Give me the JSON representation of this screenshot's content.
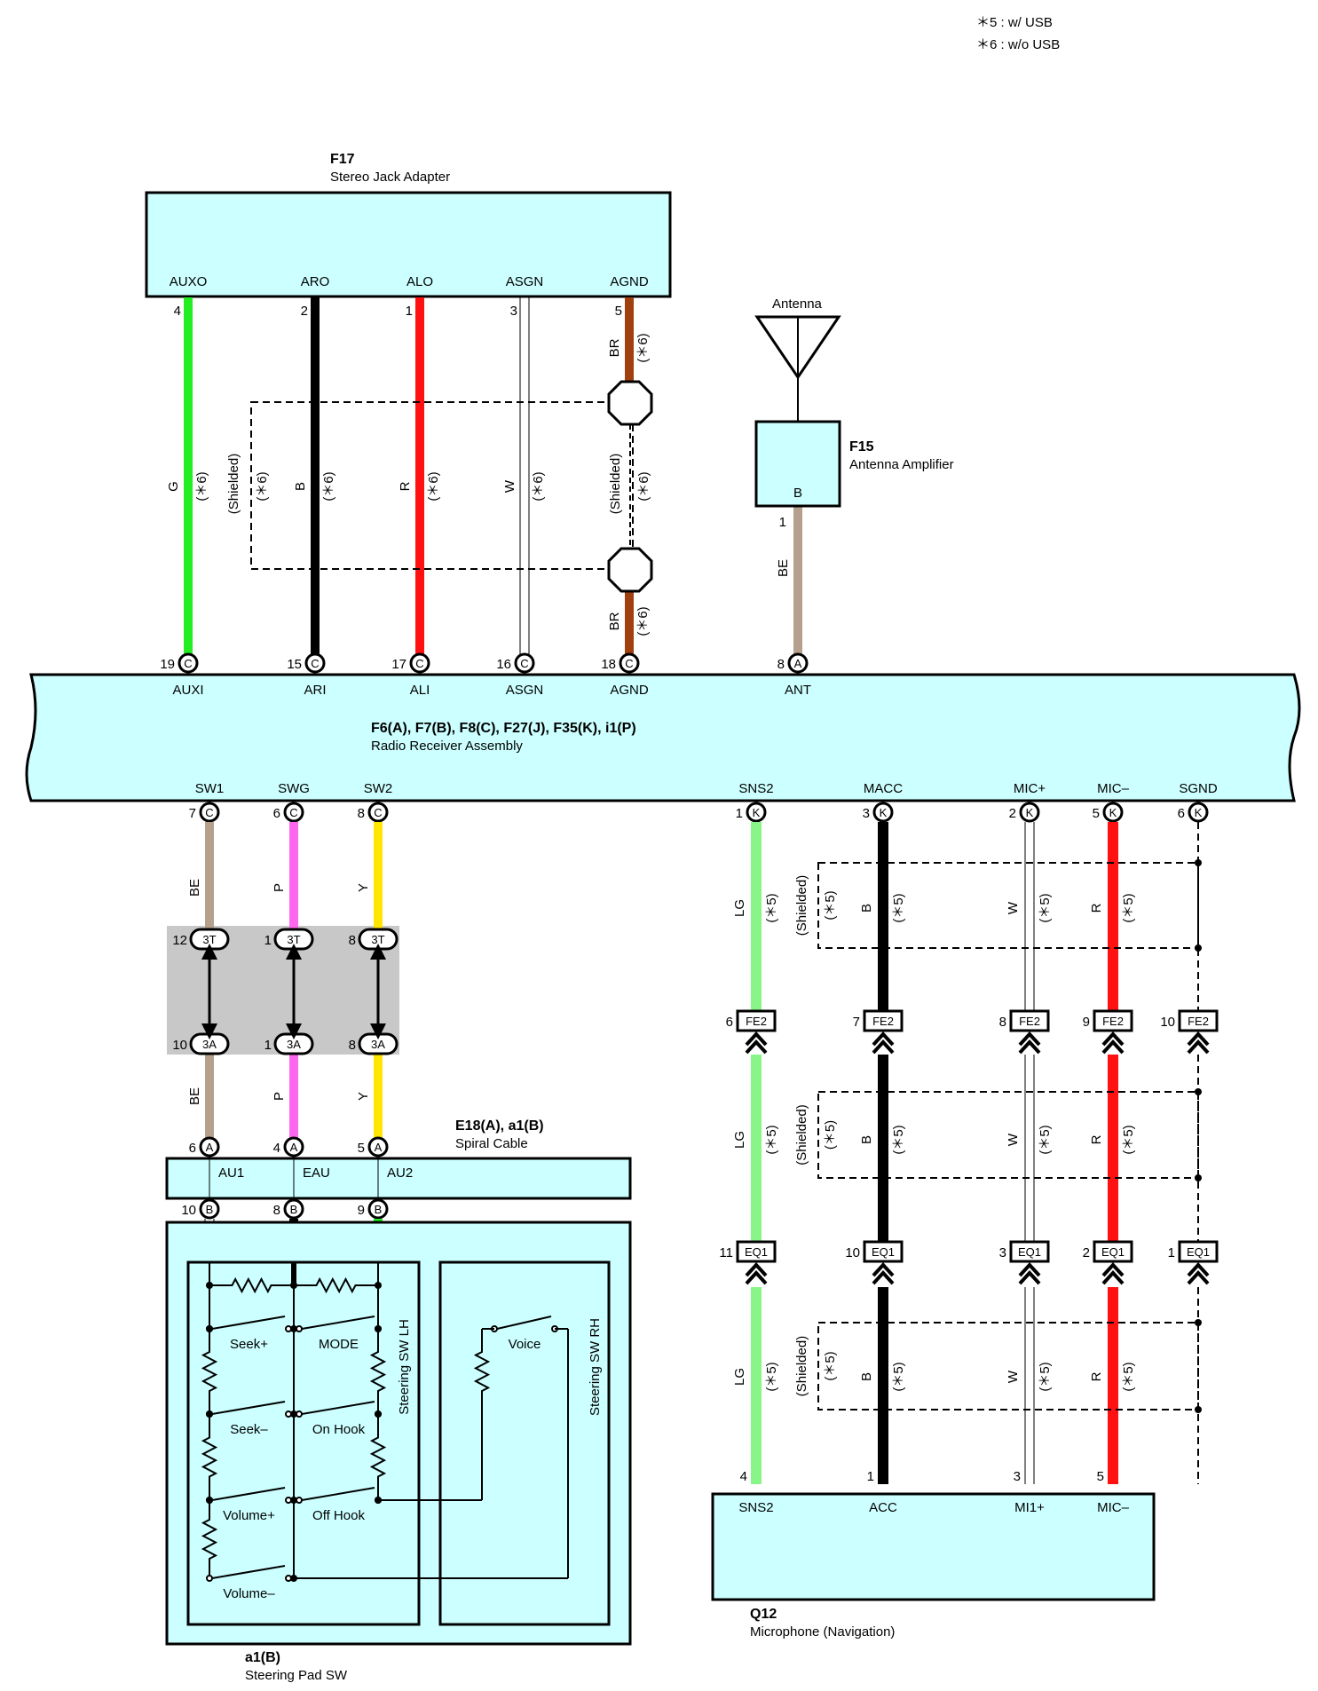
{
  "notes": [
    "＊5 : w/ USB",
    "＊6 : w/o USB"
  ],
  "colors": {
    "box_fill": "#ccffff",
    "connector_fill": "#c8c8c8",
    "G": "#22ee22",
    "B": "#000000",
    "R": "#ff1111",
    "W": "#ffffff",
    "BR": "#a0400f",
    "BE": "#b4a08c",
    "P": "#ff66ee",
    "Y": "#ffe600",
    "LG": "#88f588"
  },
  "f17": {
    "code": "F17",
    "name": "Stereo Jack Adapter",
    "pins": [
      {
        "name": "AUXO",
        "num": "4"
      },
      {
        "name": "ARO",
        "num": "2"
      },
      {
        "name": "ALO",
        "num": "1"
      },
      {
        "name": "ASGN",
        "num": "3"
      },
      {
        "name": "AGND",
        "num": "5"
      }
    ]
  },
  "antenna": {
    "label": "Antenna"
  },
  "f15": {
    "code": "F15",
    "name": "Antenna Amplifier",
    "pin": "B",
    "pin_num": "1"
  },
  "top_wires": [
    {
      "color_code": "G",
      "note": "(＊6)"
    },
    {
      "color_code": "B",
      "note": "(＊6)"
    },
    {
      "color_code": "R",
      "note": "(＊6)"
    },
    {
      "color_code": "W",
      "note": "(＊6)"
    },
    {
      "color_code": "BR",
      "note": "(＊6)"
    },
    {
      "color_code": "BR",
      "note": "(＊6)"
    },
    {
      "color_code": "BE",
      "note": ""
    }
  ],
  "shield_labels": {
    "shielded": "(Shielded)",
    "six": "(＊6)",
    "five": "(＊5)"
  },
  "radio": {
    "codes": "F6(A), F7(B), F8(C), F27(J), F35(K), i1(P)",
    "name": "Radio Receiver Assembly",
    "top_pins": [
      {
        "name": "AUXI",
        "num": "19",
        "conn": "C"
      },
      {
        "name": "ARI",
        "num": "15",
        "conn": "C"
      },
      {
        "name": "ALI",
        "num": "17",
        "conn": "C"
      },
      {
        "name": "ASGN",
        "num": "16",
        "conn": "C"
      },
      {
        "name": "AGND",
        "num": "18",
        "conn": "C"
      },
      {
        "name": "ANT",
        "num": "8",
        "conn": "A"
      }
    ],
    "bottom_pins": [
      {
        "name": "SW1",
        "num": "7",
        "conn": "C"
      },
      {
        "name": "SWG",
        "num": "6",
        "conn": "C"
      },
      {
        "name": "SW2",
        "num": "8",
        "conn": "C"
      },
      {
        "name": "SNS2",
        "num": "1",
        "conn": "K"
      },
      {
        "name": "MACC",
        "num": "3",
        "conn": "K"
      },
      {
        "name": "MIC+",
        "num": "2",
        "conn": "K"
      },
      {
        "name": "MIC–",
        "num": "5",
        "conn": "K"
      },
      {
        "name": "SGND",
        "num": "6",
        "conn": "K"
      }
    ]
  },
  "left_wires": {
    "upper": [
      "BE",
      "P",
      "Y"
    ],
    "lower": [
      "BE",
      "P",
      "Y"
    ],
    "mid_top": [
      {
        "num": "12",
        "code": "3T"
      },
      {
        "num": "1",
        "code": "3T"
      },
      {
        "num": "8",
        "code": "3T"
      }
    ],
    "mid_bot": [
      {
        "num": "10",
        "code": "3A"
      },
      {
        "num": "1",
        "code": "3A"
      },
      {
        "num": "8",
        "code": "3A"
      }
    ]
  },
  "spiral": {
    "codes": "E18(A), a1(B)",
    "name": "Spiral Cable",
    "top_pins": [
      {
        "num": "6",
        "conn": "A"
      },
      {
        "num": "4",
        "conn": "A"
      },
      {
        "num": "5",
        "conn": "A"
      }
    ],
    "labels": [
      "AU1",
      "EAU",
      "AU2"
    ],
    "bottom_pins": [
      {
        "num": "10",
        "conn": "B"
      },
      {
        "num": "8",
        "conn": "B"
      },
      {
        "num": "9",
        "conn": "B"
      }
    ],
    "wire_codes": [
      "W",
      "B",
      "G"
    ]
  },
  "steering": {
    "code": "a1(B)",
    "name": "Steering Pad SW",
    "lh_label": "Steering SW LH",
    "rh_label": "Steering SW RH",
    "switches": [
      "Seek+",
      "MODE",
      "Seek–",
      "On Hook",
      "Volume+",
      "Off Hook",
      "Volume–",
      "Voice"
    ]
  },
  "right_wires": {
    "codes": [
      "LG",
      "B",
      "W",
      "R"
    ],
    "fe2": [
      {
        "num": "6",
        "code": "FE2"
      },
      {
        "num": "7",
        "code": "FE2"
      },
      {
        "num": "8",
        "code": "FE2"
      },
      {
        "num": "9",
        "code": "FE2"
      },
      {
        "num": "10",
        "code": "FE2"
      }
    ],
    "eq1": [
      {
        "num": "11",
        "code": "EQ1"
      },
      {
        "num": "10",
        "code": "EQ1"
      },
      {
        "num": "3",
        "code": "EQ1"
      },
      {
        "num": "2",
        "code": "EQ1"
      },
      {
        "num": "1",
        "code": "EQ1"
      }
    ]
  },
  "q12": {
    "code": "Q12",
    "name": "Microphone (Navigation)",
    "pins": [
      {
        "name": "SNS2",
        "num": "4"
      },
      {
        "name": "ACC",
        "num": "1"
      },
      {
        "name": "MI1+",
        "num": "3"
      },
      {
        "name": "MIC–",
        "num": "5"
      }
    ]
  }
}
